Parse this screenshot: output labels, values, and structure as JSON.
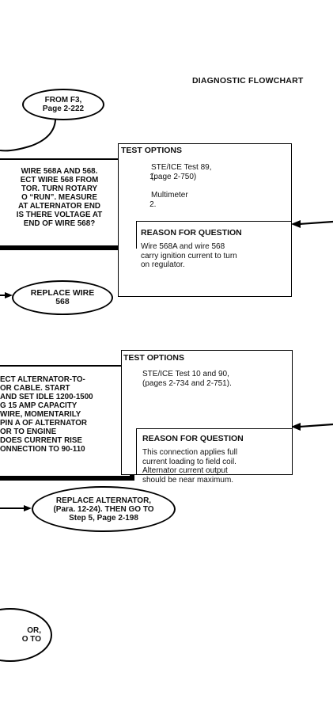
{
  "header": {
    "title": "DIAGNOSTIC FLOWCHART"
  },
  "from_oval": {
    "text": "FROM F3,\nPage 2-222"
  },
  "question1": {
    "text": "WIRE 568A AND 568.\nECT WIRE 568 FROM\nTOR. TURN ROTARY\nO “RUN”. MEASURE\nAT ALTERNATOR END\nIS THERE VOLTAGE AT\nEND OF WIRE 568?"
  },
  "panel1": {
    "test_options_title": "TEST OPTIONS",
    "options": [
      {
        "num": "1.",
        "text": "STE/ICE Test 89,\n(page 2-750)"
      },
      {
        "num": "2.",
        "text": "Multimeter"
      }
    ],
    "reason_title": "REASON FOR QUESTION",
    "reason_text": "Wire 568A and wire 568\ncarry ignition current to turn\non regulator."
  },
  "replace_wire_oval": {
    "text": "REPLACE WIRE\n568"
  },
  "question2": {
    "text": "ECT ALTERNATOR-TO-\nOR CABLE. START\nAND SET IDLE 1200-1500\nG 15 AMP CAPACITY\nWIRE, MOMENTARILY\nPIN A OF ALTERNATOR\nOR TO ENGINE\nDOES CURRENT RISE\nONNECTION TO 90-110"
  },
  "panel2": {
    "test_options_title": "TEST OPTIONS",
    "options_text": "STE/ICE Test 10 and 90,\n(pages 2-734 and 2-751).",
    "reason_title": "REASON FOR QUESTION",
    "reason_text": "This connection applies full\ncurrent loading to field coil.\nAlternator current output\nshould be near maximum."
  },
  "replace_alt_oval": {
    "text": "REPLACE ALTERNATOR,\n(Para. 12-24).  THEN GO TO\nStep 5, Page 2-198"
  },
  "bottom_oval": {
    "text": "OR,\nO TO"
  }
}
